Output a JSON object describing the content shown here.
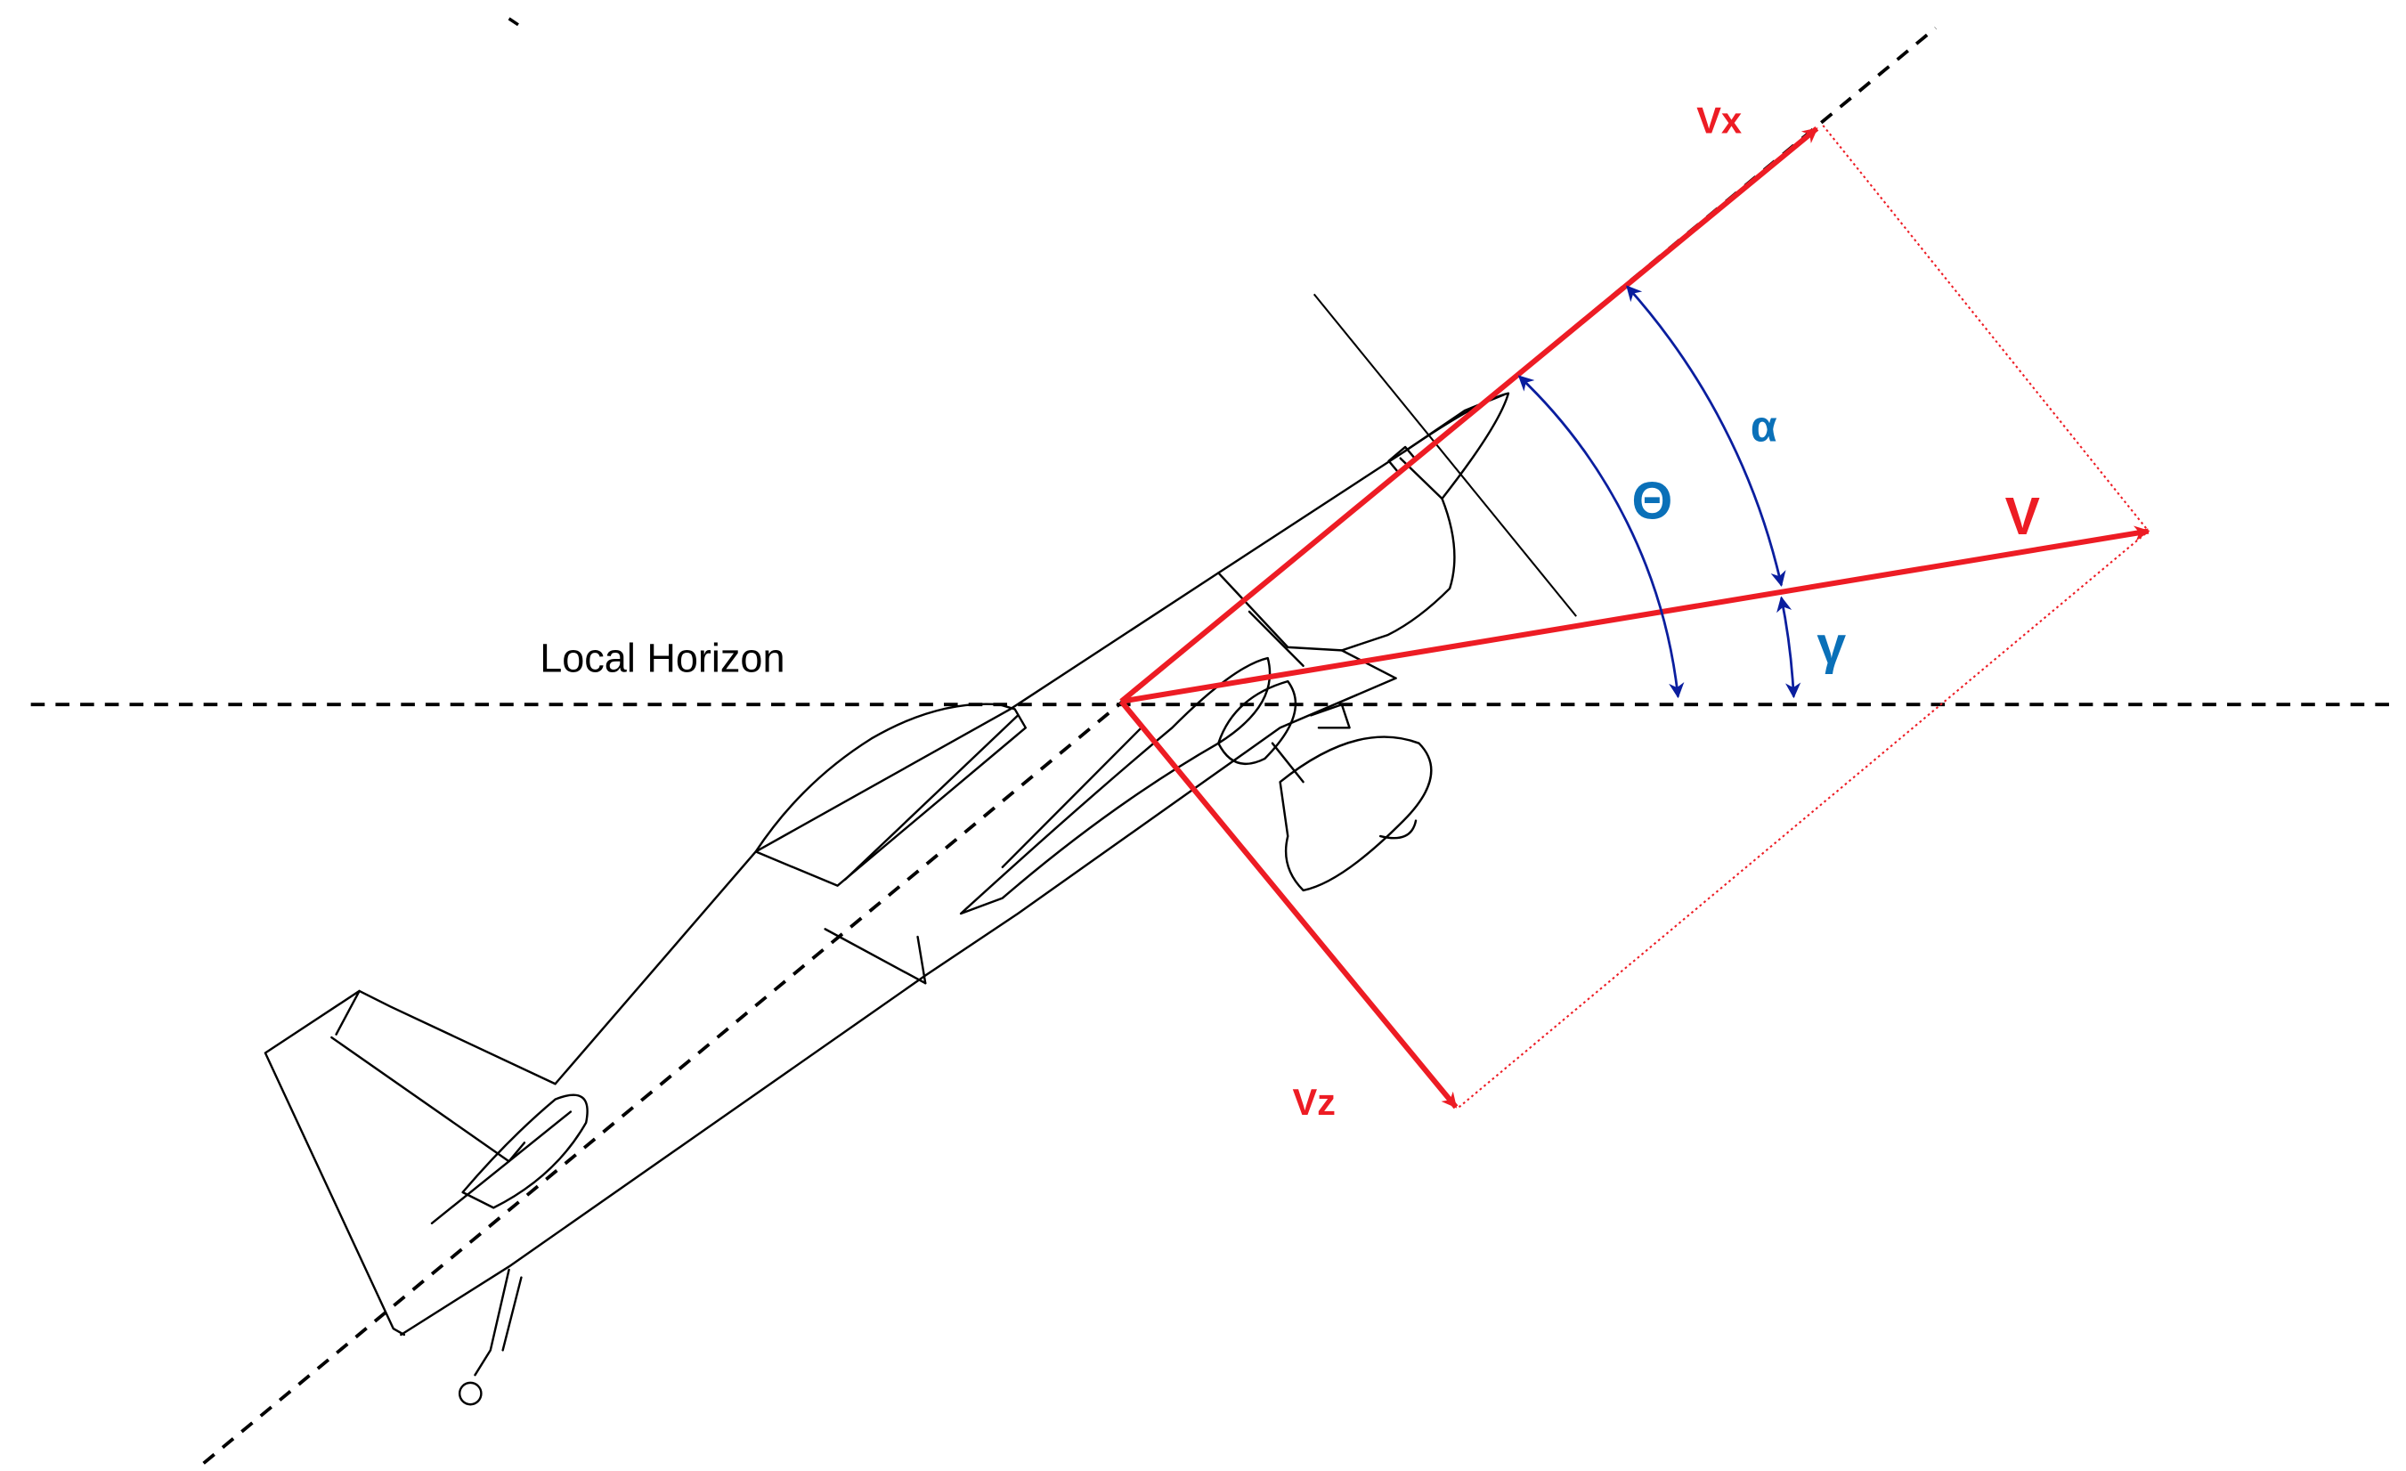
{
  "labels": {
    "local_horizon": "Local Horizon",
    "vx": "Vx",
    "vz": "Vz",
    "v": "V",
    "theta": "Θ",
    "alpha": "α",
    "gamma": "γ"
  },
  "colors": {
    "velocity_vectors": "#ed1c24",
    "angle_arcs": "#0a1e9e",
    "angle_labels": "#0a70b8",
    "airplane_outline": "#000000",
    "reference_lines": "#000000"
  },
  "icons": {
    "airplane": "aerobatic-airplane-side-view-outline"
  }
}
